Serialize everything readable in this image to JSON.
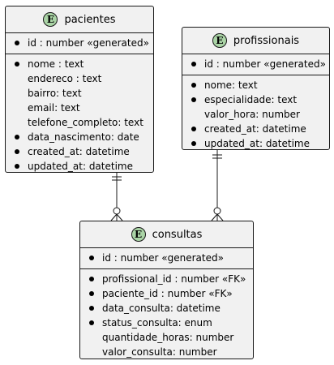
{
  "entities": {
    "pacientes": {
      "stereotype": "E",
      "title": "pacientes",
      "pk": [
        {
          "text": "id : number «generated»",
          "bullet": true
        }
      ],
      "fields": [
        {
          "text": "nome : text",
          "bullet": true
        },
        {
          "text": "endereco : text",
          "bullet": false
        },
        {
          "text": "bairro: text",
          "bullet": false
        },
        {
          "text": "email: text",
          "bullet": false
        },
        {
          "text": "telefone_completo: text",
          "bullet": false
        },
        {
          "text": "data_nascimento: date",
          "bullet": true
        },
        {
          "text": "created_at: datetime",
          "bullet": true
        },
        {
          "text": "updated_at: datetime",
          "bullet": true
        }
      ]
    },
    "profissionais": {
      "stereotype": "E",
      "title": "profissionais",
      "pk": [
        {
          "text": "id : number «generated»",
          "bullet": true
        }
      ],
      "fields": [
        {
          "text": "nome: text",
          "bullet": true
        },
        {
          "text": "especialidade: text",
          "bullet": true
        },
        {
          "text": "valor_hora: number",
          "bullet": false
        },
        {
          "text": "created_at: datetime",
          "bullet": true
        },
        {
          "text": "updated_at: datetime",
          "bullet": true
        }
      ]
    },
    "consultas": {
      "stereotype": "E",
      "title": "consultas",
      "pk": [
        {
          "text": "id : number «generated»",
          "bullet": true
        }
      ],
      "fields": [
        {
          "text": "profissional_id : number «FK»",
          "bullet": true
        },
        {
          "text": "paciente_id : number «FK»",
          "bullet": true
        },
        {
          "text": "data_consulta: datetime",
          "bullet": true
        },
        {
          "text": "status_consulta: enum",
          "bullet": true
        },
        {
          "text": "quantidade_horas: number",
          "bullet": false
        },
        {
          "text": "valor_consulta: number",
          "bullet": false
        }
      ]
    }
  },
  "colors": {
    "entity_fill": "#f1f1f1",
    "stereotype_fill": "#aad4a6",
    "border": "#181818"
  }
}
